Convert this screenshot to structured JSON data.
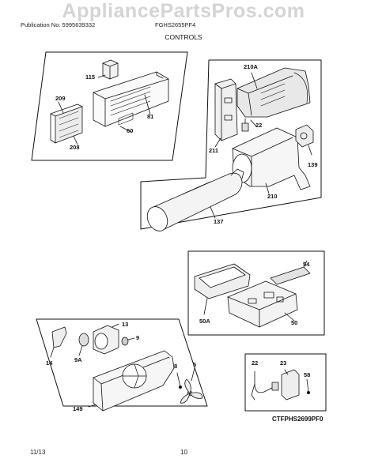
{
  "header": {
    "watermark": "AppliancePartsPros.com",
    "publication": "Publication No: 5995639332",
    "model": "FGHS2655PF4",
    "title": "CONTROLS"
  },
  "callouts": {
    "c115": "115",
    "c209": "209",
    "c81": "81",
    "c60": "60",
    "c208": "208",
    "c210A": "210A",
    "c22a": "22",
    "c211": "211",
    "c139": "139",
    "c210": "210",
    "c137": "137",
    "c54": "54",
    "c50A": "50A",
    "c50": "50",
    "c13": "13",
    "c9": "9",
    "c14": "14",
    "c9A": "9A",
    "c8": "8",
    "c5": "5",
    "c149": "149",
    "c22b": "22",
    "c23": "23",
    "c58": "58"
  },
  "figure_code": "CTFPHS2699PF0",
  "footer": {
    "date": "11/13",
    "page_number": "10"
  }
}
